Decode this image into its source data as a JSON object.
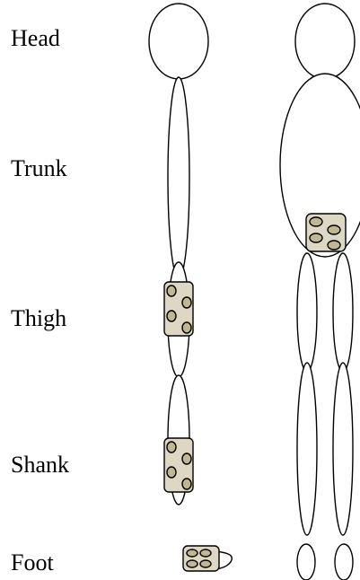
{
  "labels": {
    "head": "Head",
    "trunk": "Trunk",
    "thigh": "Thigh",
    "shank": "Shank",
    "foot": "Foot"
  },
  "colors": {
    "segment_fill": "#ffffff",
    "outline": "#000000",
    "sensor_fill": "#ddd8c4",
    "sensor_dot_fill": "#c2b88f"
  }
}
